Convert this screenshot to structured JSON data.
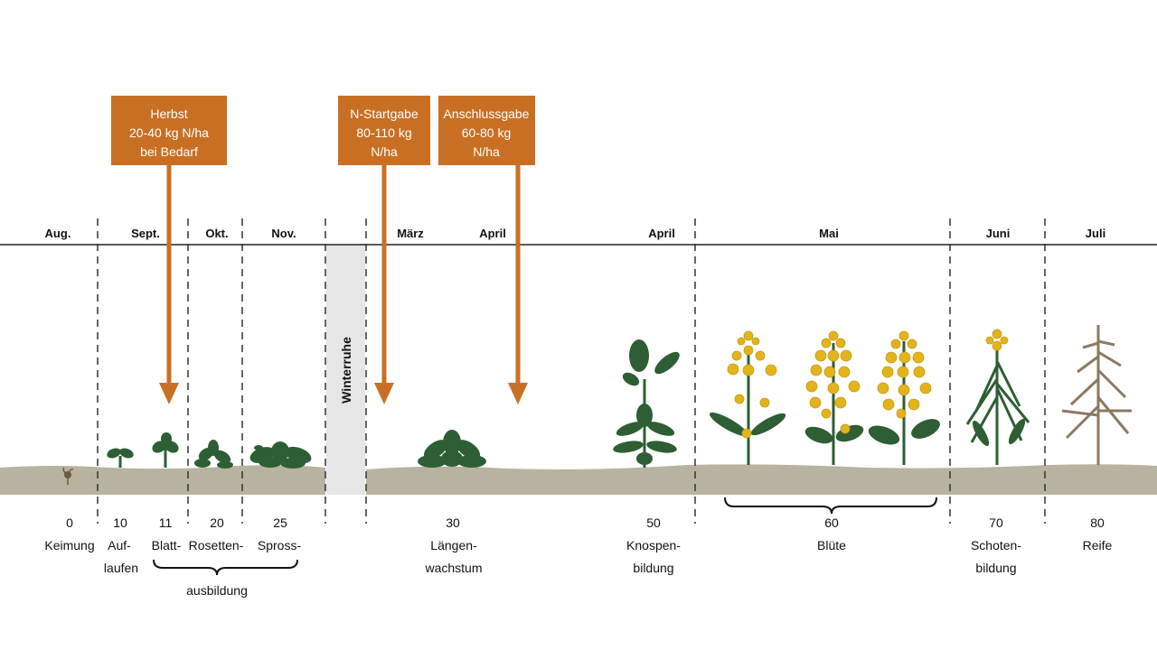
{
  "colors": {
    "orange": "#c96f24",
    "soil": "#b8b2a0",
    "winter_band": "#e6e6e6",
    "plant_green": "#2e5e34",
    "flower_yellow": "#e3b31c",
    "mature_brown": "#8a7a62"
  },
  "months": [
    "Aug.",
    "Sept.",
    "Okt.",
    "Nov.",
    "März",
    "April",
    "April",
    "Mai",
    "Juni",
    "Juli"
  ],
  "winter_label": "Winterruhe",
  "fertilizer_boxes": [
    {
      "lines": [
        "Herbst",
        "20-40 kg N/ha",
        "bei Bedarf"
      ]
    },
    {
      "lines": [
        "N-Startgabe",
        "80-110 kg",
        "N/ha"
      ]
    },
    {
      "lines": [
        "Anschlussgabe",
        "60-80 kg",
        "N/ha"
      ]
    }
  ],
  "stages": [
    {
      "code": "0",
      "label": [
        "Keimung"
      ]
    },
    {
      "code": "10",
      "label": [
        "Auf-",
        "laufen"
      ]
    },
    {
      "code": "11",
      "label": [
        "Blatt-"
      ]
    },
    {
      "code": "20",
      "label": [
        "Rosetten-"
      ]
    },
    {
      "code": "25",
      "label": [
        "Spross-"
      ]
    },
    {
      "code": "30",
      "label": [
        "Längen-",
        "wachstum"
      ]
    },
    {
      "code": "50",
      "label": [
        "Knospen-",
        "bildung"
      ]
    },
    {
      "code": "60",
      "label": [
        "Blüte"
      ]
    },
    {
      "code": "70",
      "label": [
        "Schoten-",
        "bildung"
      ]
    },
    {
      "code": "80",
      "label": [
        "Reife"
      ]
    }
  ],
  "group_label": "ausbildung"
}
